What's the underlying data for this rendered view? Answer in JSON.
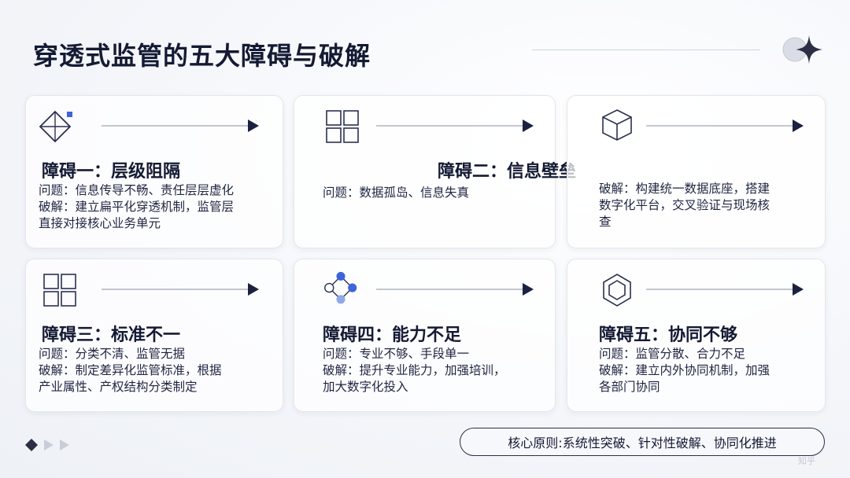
{
  "title": "穿透式监管的五大障碍与破解",
  "cards": [
    {
      "icon": "diamond-grid-icon",
      "title": "障碍一：层级阻隔",
      "lines": [
        "问题：信息传导不畅、责任层层虚化",
        "破解：建立扁平化穿透机制，监管层",
        "直接对接核心业务单元"
      ]
    },
    {
      "icon": "four-squares-icon",
      "title": "障碍二：信息壁垒",
      "lines": [
        "问题：数据孤岛、信息失真"
      ]
    },
    {
      "icon": "cube-icon",
      "title": "",
      "lines": [
        "破解：构建统一数据底座，搭建",
        "数字化平台，交叉验证与现场核",
        "查"
      ]
    },
    {
      "icon": "four-squares-icon",
      "title": "障碍三：标准不一",
      "lines": [
        "问题：分类不清、监管无据",
        "破解：制定差异化监管标准，根据",
        "产业属性、产权结构分类制定"
      ]
    },
    {
      "icon": "network-nodes-icon",
      "title": "障碍四：能力不足",
      "lines": [
        "问题：专业不够、手段单一",
        "破解：提升专业能力，加强培训，",
        "加大数字化投入"
      ]
    },
    {
      "icon": "hexagon-icon",
      "title": "障碍五：协同不够",
      "lines": [
        "问题：监管分散、合力不足",
        "破解：建立内外协同机制，加强",
        "各部门协同"
      ]
    }
  ],
  "principle": "核心原则:系统性突破、针对性破解、协同化推进",
  "watermark": "知乎",
  "colors": {
    "navy": "#1b2240",
    "accent": "#3d63dd",
    "text": "#141a33"
  }
}
